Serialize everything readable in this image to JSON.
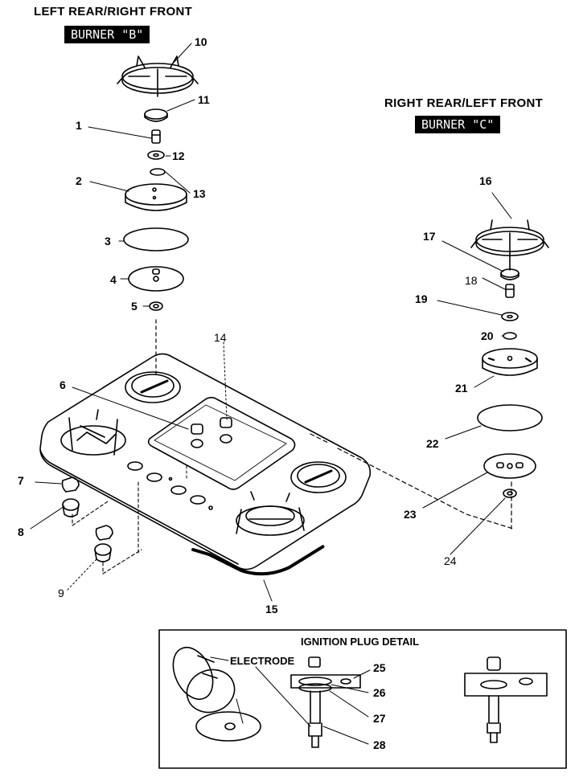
{
  "headers": {
    "burner_b_position": "LEFT REAR/RIGHT FRONT",
    "burner_b_label": "BURNER \"B\"",
    "burner_c_position": "RIGHT REAR/LEFT FRONT",
    "burner_c_label": "BURNER \"C\""
  },
  "detail": {
    "title": "IGNITION PLUG DETAIL",
    "electrode_label": "ELECTRODE"
  },
  "callouts": [
    "1",
    "2",
    "3",
    "4",
    "5",
    "6",
    "7",
    "8",
    "9",
    "10",
    "11",
    "12",
    "13",
    "14",
    "15",
    "16",
    "17",
    "18",
    "19",
    "20",
    "21",
    "22",
    "23",
    "24",
    "25",
    "26",
    "27",
    "28"
  ]
}
